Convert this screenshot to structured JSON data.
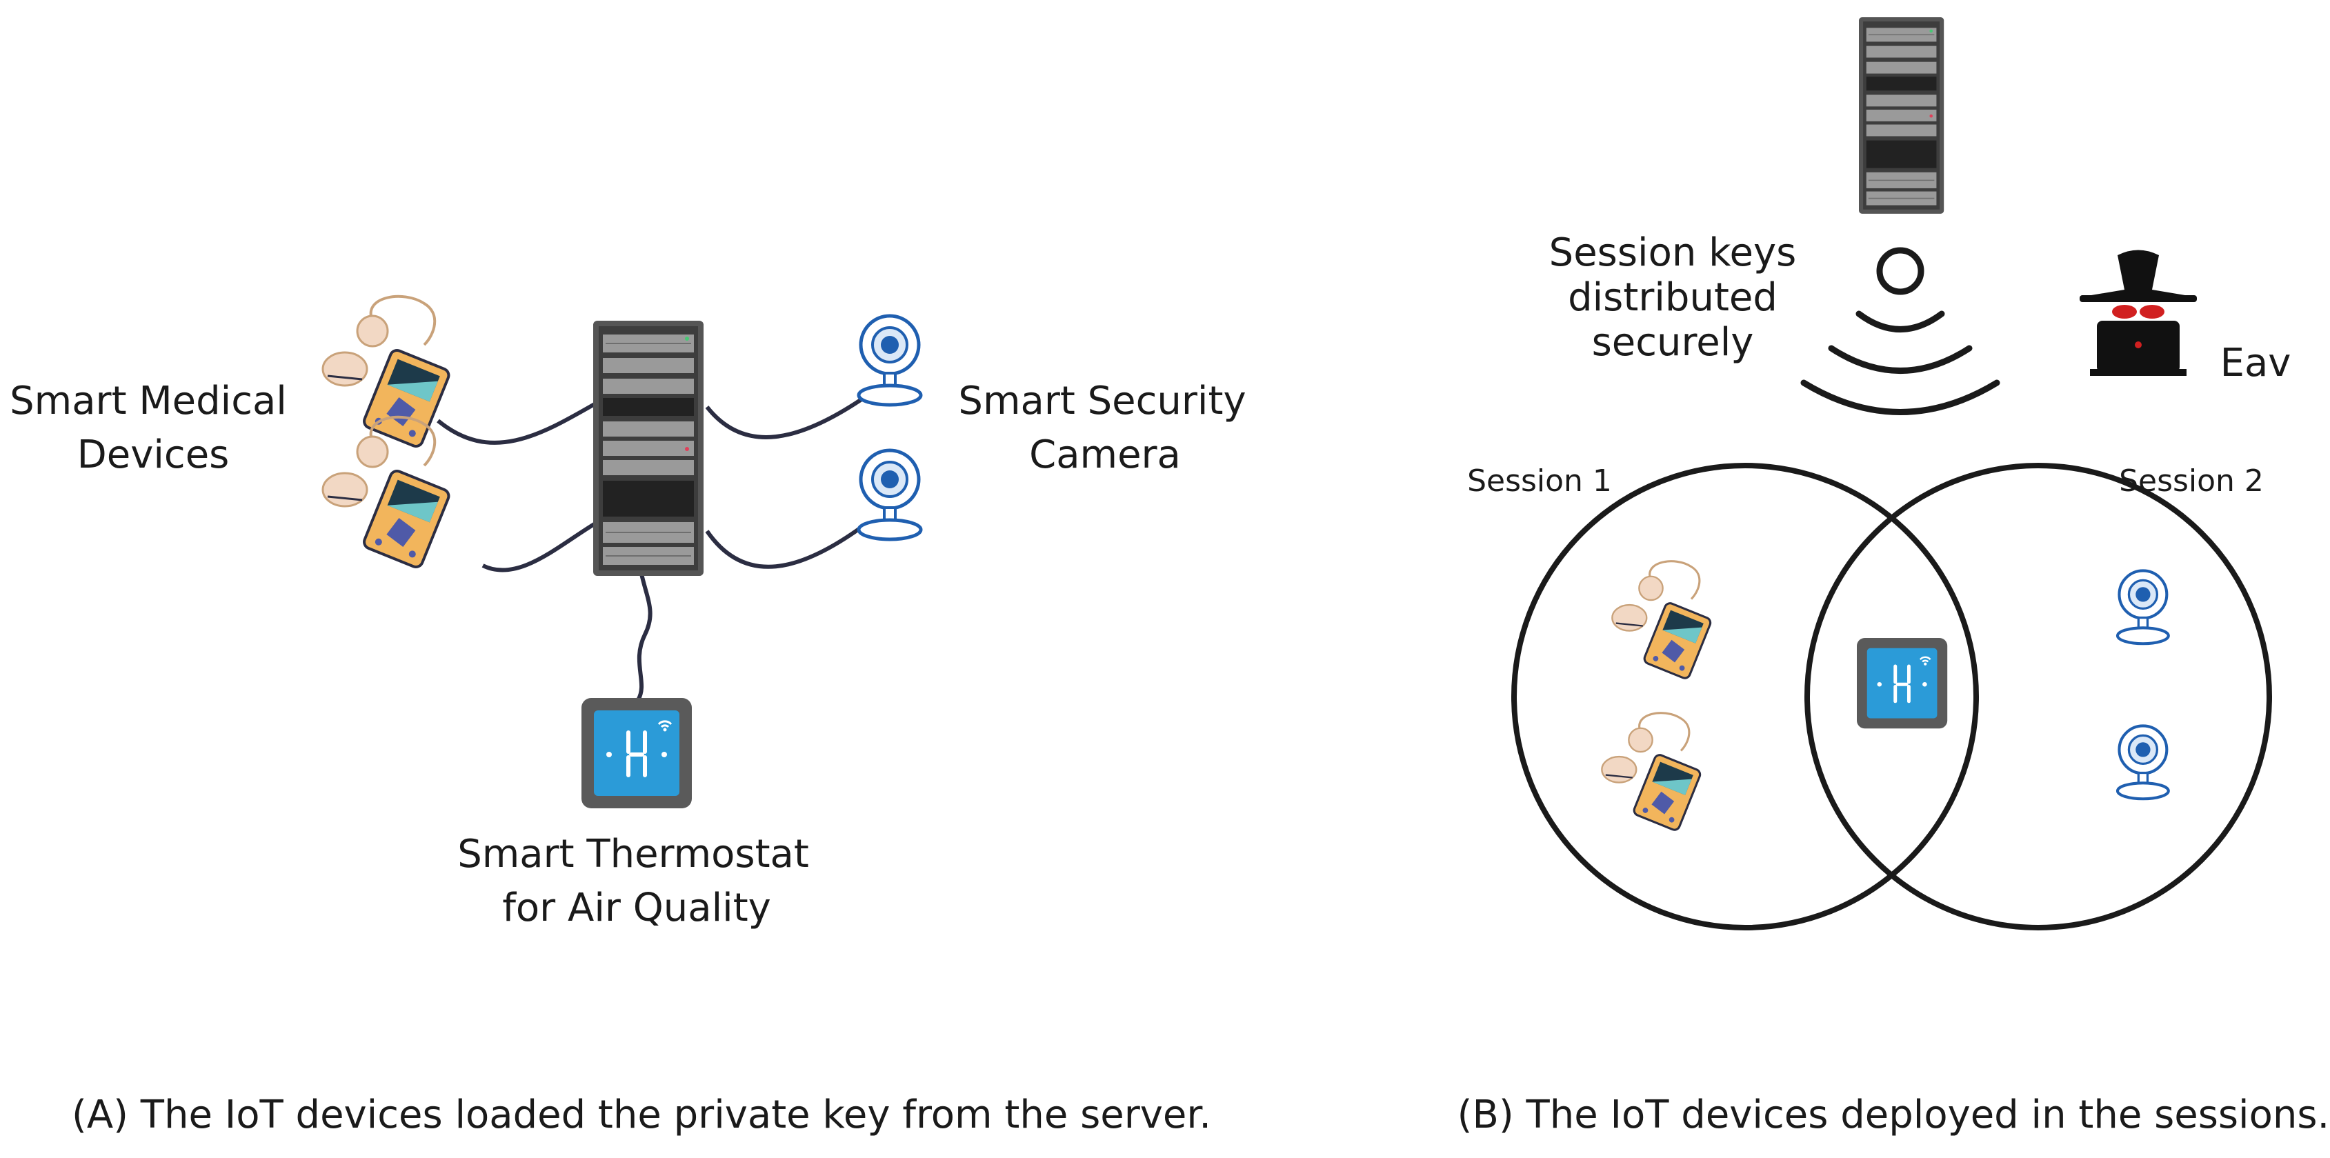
{
  "panel_a": {
    "medical_label_line1": "Smart Medical",
    "medical_label_line2": "Devices",
    "camera_label_line1": "Smart Security",
    "camera_label_line2": "Camera",
    "thermostat_label_line1": "Smart Thermostat",
    "thermostat_label_line2": "for Air Quality",
    "caption": "(A) The IoT devices loaded the private key from the server."
  },
  "panel_b": {
    "keys_label_line1": "Session keys",
    "keys_label_line2": "distributed",
    "keys_label_line3": "securely",
    "eavesdropper_label": "Eav",
    "session1_label": "Session 1",
    "session2_label": "Session 2",
    "caption": "(B) The IoT devices deployed in the sessions."
  },
  "colors": {
    "server": "#4a4a4a",
    "cable": "#2b2d42",
    "thermostat_screen": "#2b9bd8",
    "camera_blue": "#1f5fb0",
    "medical_body": "#f2b55c",
    "medical_screen": "#1d3a4a",
    "medical_accent": "#4f5aa8"
  },
  "icons": {
    "server": "server-rack-icon",
    "medical": "medical-device-icon",
    "camera": "webcam-icon",
    "thermostat": "thermostat-icon",
    "wireless": "wireless-signal-icon",
    "spy": "spy-icon"
  }
}
